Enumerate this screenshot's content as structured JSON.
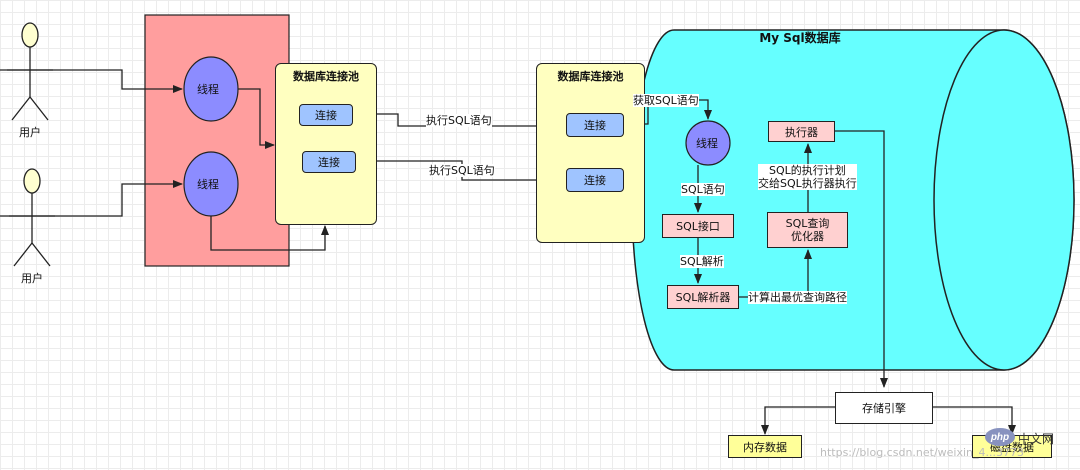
{
  "users": [
    {
      "label": "用户"
    },
    {
      "label": "用户"
    }
  ],
  "app": {
    "threads": [
      "线程",
      "线程"
    ],
    "pool_title": "数据库连接池",
    "connections": [
      "连接",
      "连接"
    ]
  },
  "edges": {
    "exec_sql_1": "执行SQL语句",
    "exec_sql_2": "执行SQL语句"
  },
  "db_pool": {
    "title": "数据库连接池",
    "connections": [
      "连接",
      "连接"
    ]
  },
  "mysql": {
    "title": "My Sql数据库",
    "get_sql": "获取SQL语句",
    "thread": "线程",
    "sql_stmt": "SQL语句",
    "sql_interface": "SQL接口",
    "sql_parse": "SQL解析",
    "sql_parser": "SQL解析器",
    "compute_path": "计算出最优查询路径",
    "optimizer_line1": "SQL查询",
    "optimizer_line2": "优化器",
    "plan_line1": "SQL的执行计划",
    "plan_line2": "交给SQL执行器执行",
    "executor": "执行器"
  },
  "storage": {
    "engine": "存储引擎",
    "memory": "内存数据",
    "disk": "磁盘数据"
  },
  "footer": {
    "watermark": "https://blog.csdn.net/weixin_4...3773",
    "logo_badge": "php",
    "logo_text": "中文网"
  },
  "colors": {
    "app_panel": "#ff9e9e",
    "thread": "#8c8cff",
    "pool": "#ffffc0",
    "connection": "#9fc4ff",
    "mysql": "#66ffff",
    "component": "#ffd0d0",
    "storage_target": "#ffff99"
  }
}
